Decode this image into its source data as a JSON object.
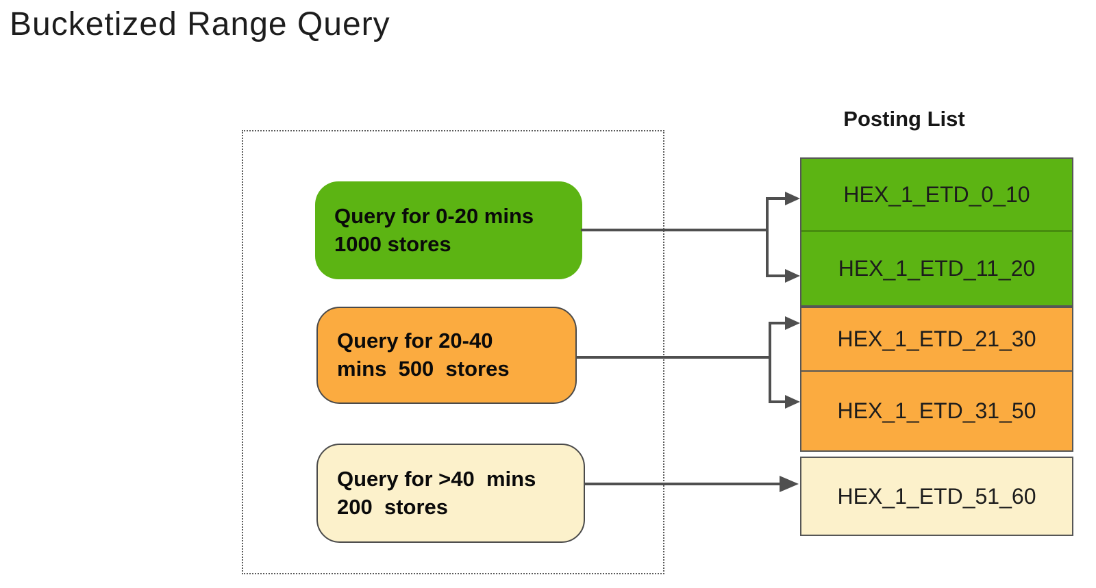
{
  "title": "Bucketized Range Query",
  "diagram": {
    "query_group": {
      "queries": [
        {
          "id": "query-0-20",
          "line1": "Query for 0-20 mins",
          "line2": "1000 stores"
        },
        {
          "id": "query-20-40",
          "line1": "Query for 20-40",
          "line2": "mins  500  stores"
        },
        {
          "id": "query-gt-40",
          "line1": "Query for >40  mins",
          "line2": "200  stores"
        }
      ]
    },
    "posting_list": {
      "header": "Posting List",
      "buckets": [
        {
          "group": "green",
          "label": "HEX_1_ETD_0_10"
        },
        {
          "group": "green",
          "label": "HEX_1_ETD_11_20"
        },
        {
          "group": "orange",
          "label": "HEX_1_ETD_21_30"
        },
        {
          "group": "orange",
          "label": "HEX_1_ETD_31_50"
        },
        {
          "group": "cream",
          "label": "HEX_1_ETD_51_60"
        }
      ]
    },
    "connections": [
      {
        "from": "query-0-20",
        "to": [
          "HEX_1_ETD_0_10",
          "HEX_1_ETD_11_20"
        ]
      },
      {
        "from": "query-20-40",
        "to": [
          "HEX_1_ETD_21_30",
          "HEX_1_ETD_31_50"
        ]
      },
      {
        "from": "query-gt-40",
        "to": [
          "HEX_1_ETD_51_60"
        ]
      }
    ]
  },
  "colors": {
    "bucket_green": "#5cb413",
    "bucket_orange": "#fbab40",
    "bucket_cream": "#fcf1cb",
    "arrow_gray": "#4f4f4f",
    "box_border_gray": "#565656",
    "text_black": "#0a0a0a"
  }
}
